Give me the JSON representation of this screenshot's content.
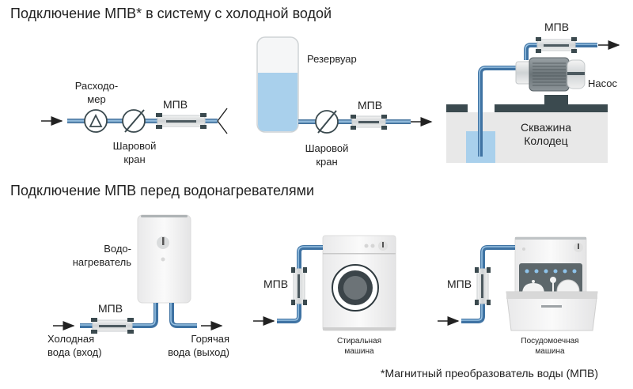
{
  "headings": {
    "cold_water": "Подключение МПВ* в систему с холодной водой",
    "heaters": "Подключение МПВ перед водонагревателями"
  },
  "scheme1": {
    "flowmeter_line1": "Расходо-",
    "flowmeter_line2": "мер",
    "valve_line1": "Шаровой",
    "valve_line2": "кран",
    "mpv": "МПВ"
  },
  "scheme2": {
    "tank": "Резервуар",
    "valve_line1": "Шаровой",
    "valve_line2": "кран",
    "mpv": "МПВ"
  },
  "scheme3": {
    "mpv": "МПВ",
    "pump": "Насос",
    "well_line1": "Скважина",
    "well_line2": "Колодец"
  },
  "scheme4": {
    "heater_line1": "Водо-",
    "heater_line2": "нагреватель",
    "mpv": "МПВ",
    "cold_line1": "Холодная",
    "cold_line2": "вода (вход)",
    "hot_line1": "Горячая",
    "hot_line2": "вода (выход)"
  },
  "scheme5": {
    "mpv": "МПВ",
    "machine_line1": "Стиральная",
    "machine_line2": "машина"
  },
  "scheme6": {
    "mpv": "МПВ",
    "machine_line1": "Посудомоечная",
    "machine_line2": "машина"
  },
  "footnote": "*Магнитный преобразователь воды (МПВ)",
  "colors": {
    "pipe": "#3f73a3",
    "pipe_light": "#9cc4e4",
    "water": "#a9d0ec",
    "dark": "#3b4a4f",
    "ground": "#e8e8e8"
  }
}
